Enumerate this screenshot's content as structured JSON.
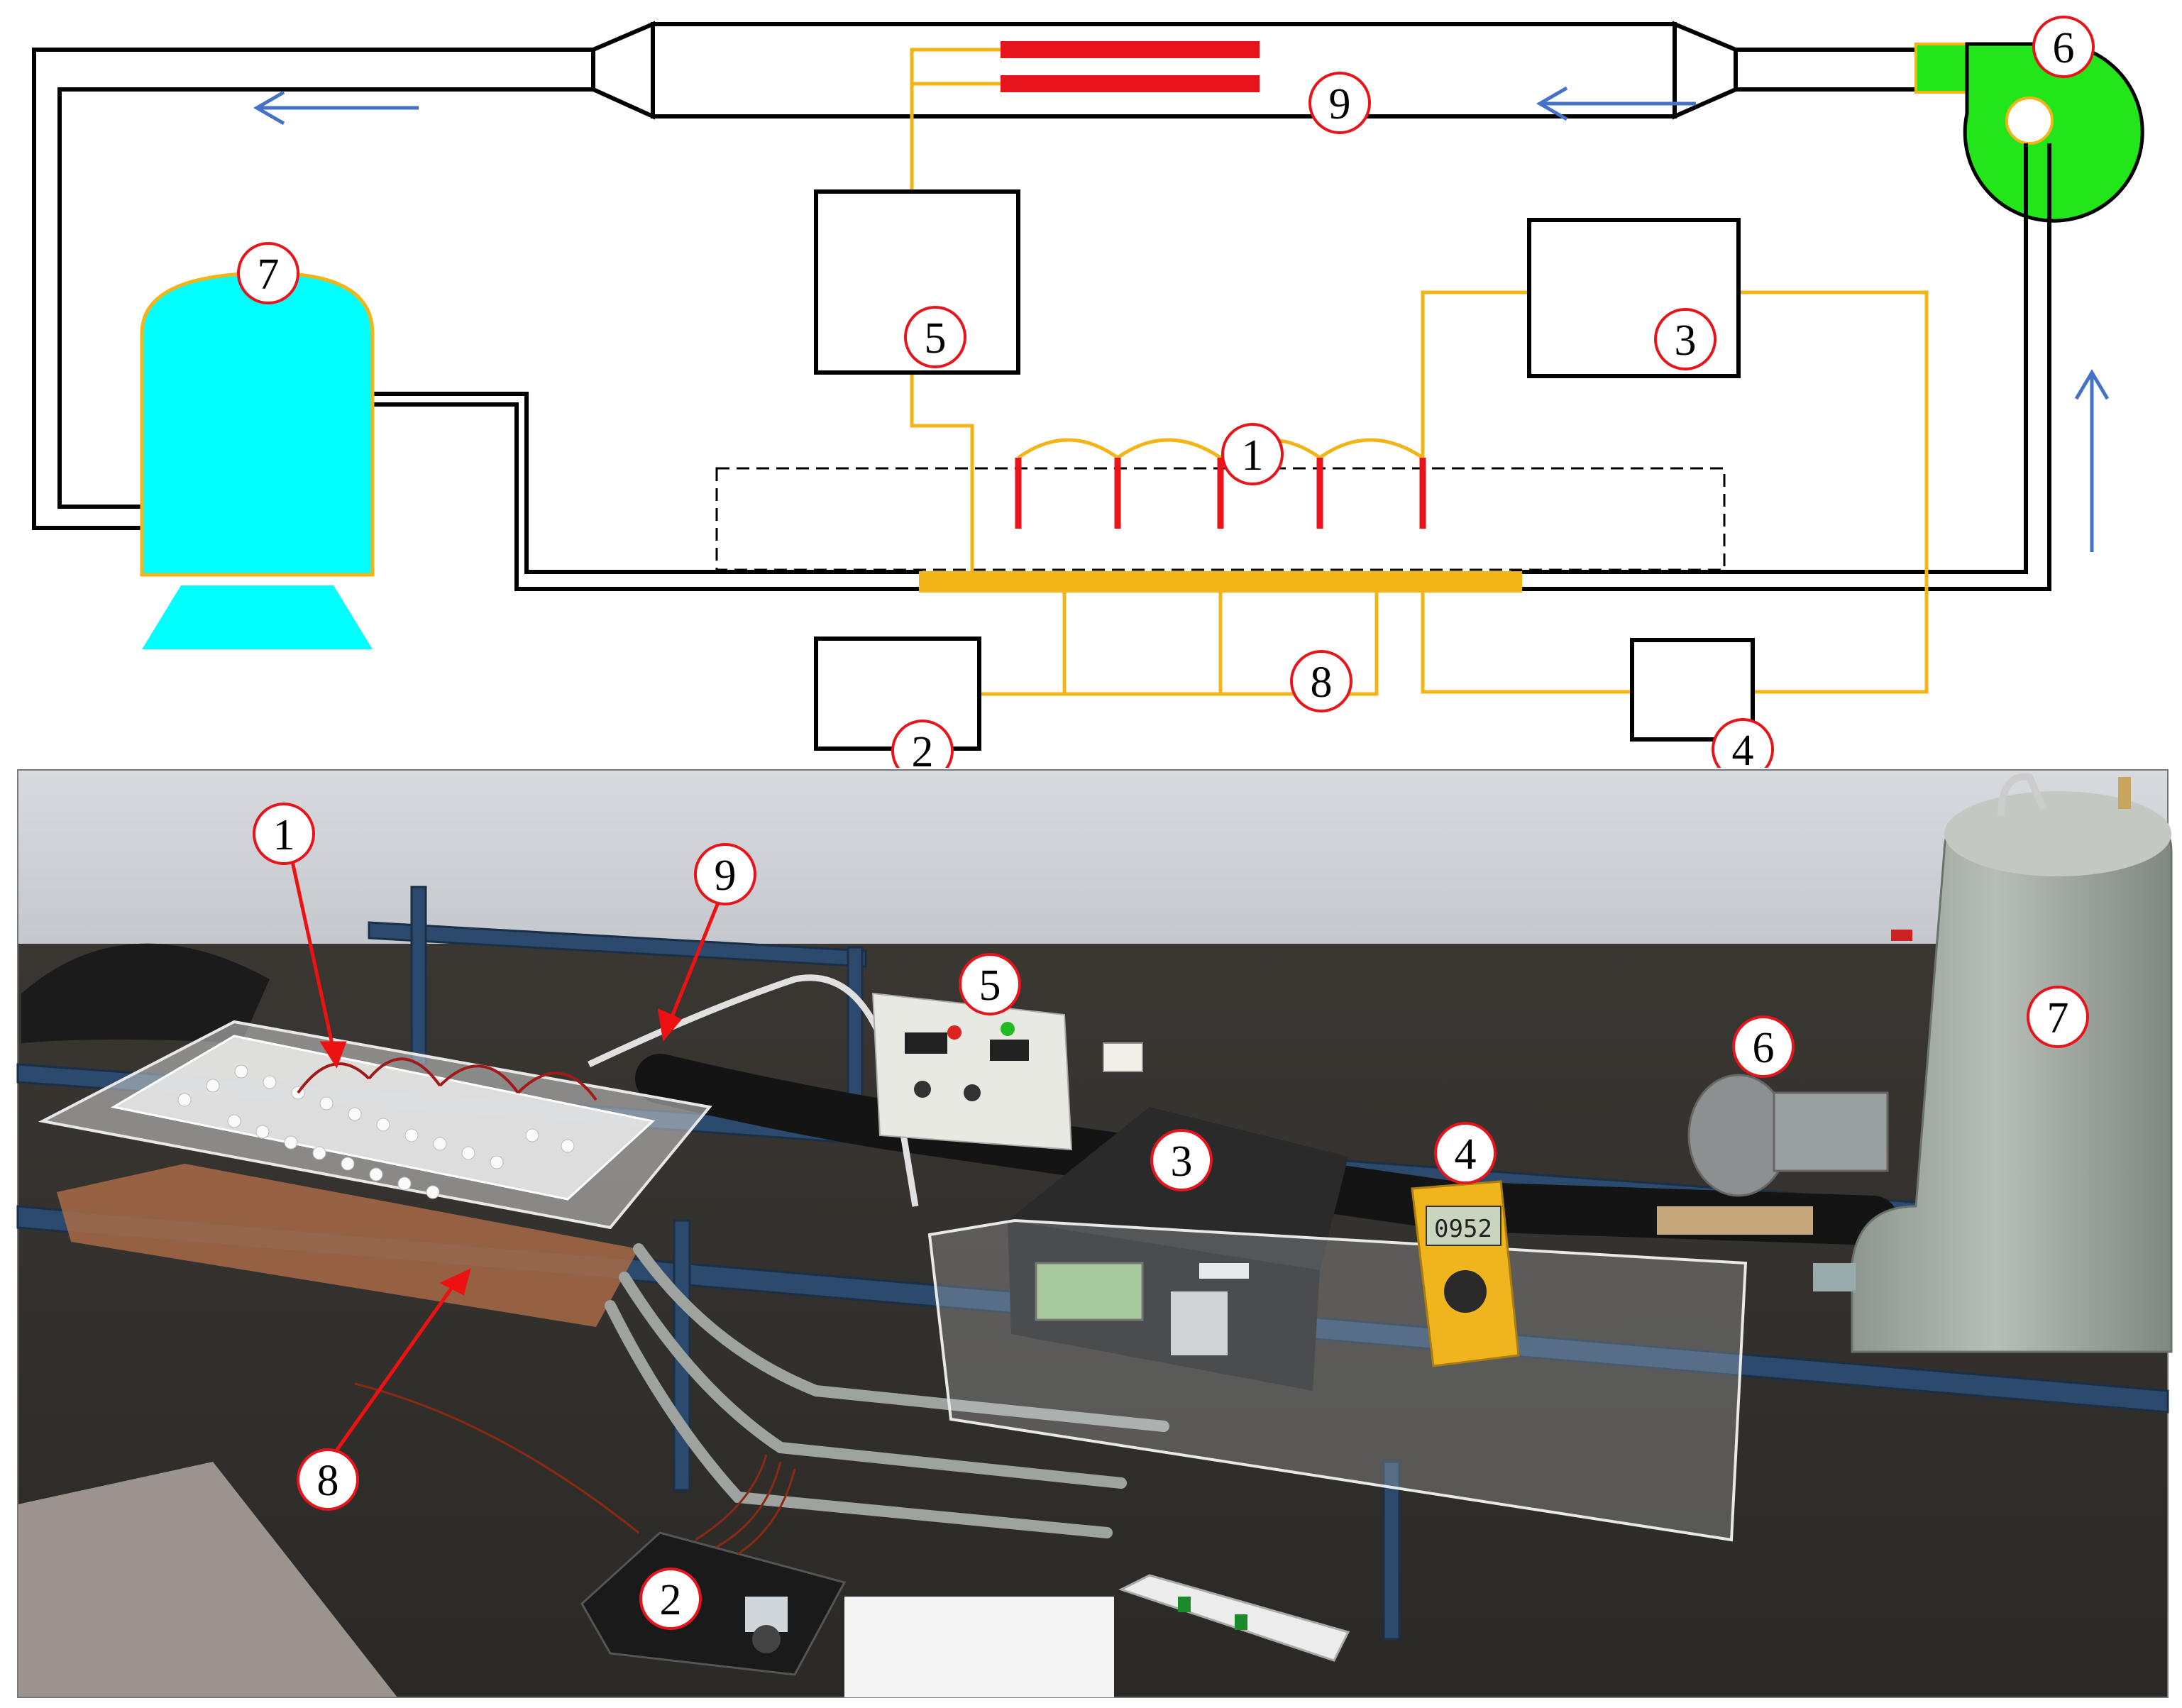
{
  "colors": {
    "pipe": "#000000",
    "wire": "#f2b417",
    "heater": "#e8141c",
    "tank_schematic": "#00ffff",
    "tank_outline": "#f2b417",
    "blower": "#22e61a",
    "flow_arrow": "#4472c4",
    "callout_ring": "#e8141c",
    "photo_arrow": "#ee1111"
  },
  "schematic": {
    "labels": {
      "heat_sink": "1",
      "data_logger": "2",
      "power_supply": "3",
      "multimeter": "4",
      "controller": "5",
      "blower": "6",
      "tank": "7",
      "thermocouples": "8",
      "heater": "9"
    },
    "icons": [
      "flow-arrow-icon",
      "blower-icon",
      "tank-icon",
      "heater-icon"
    ]
  },
  "photo": {
    "labels": {
      "heat_sink": "1",
      "data_logger": "2",
      "power_supply": "3",
      "multimeter": "4",
      "controller": "5",
      "blower": "6",
      "tank": "7",
      "thermocouples": "8",
      "heater": "9"
    },
    "multimeter_reading": "0952"
  }
}
